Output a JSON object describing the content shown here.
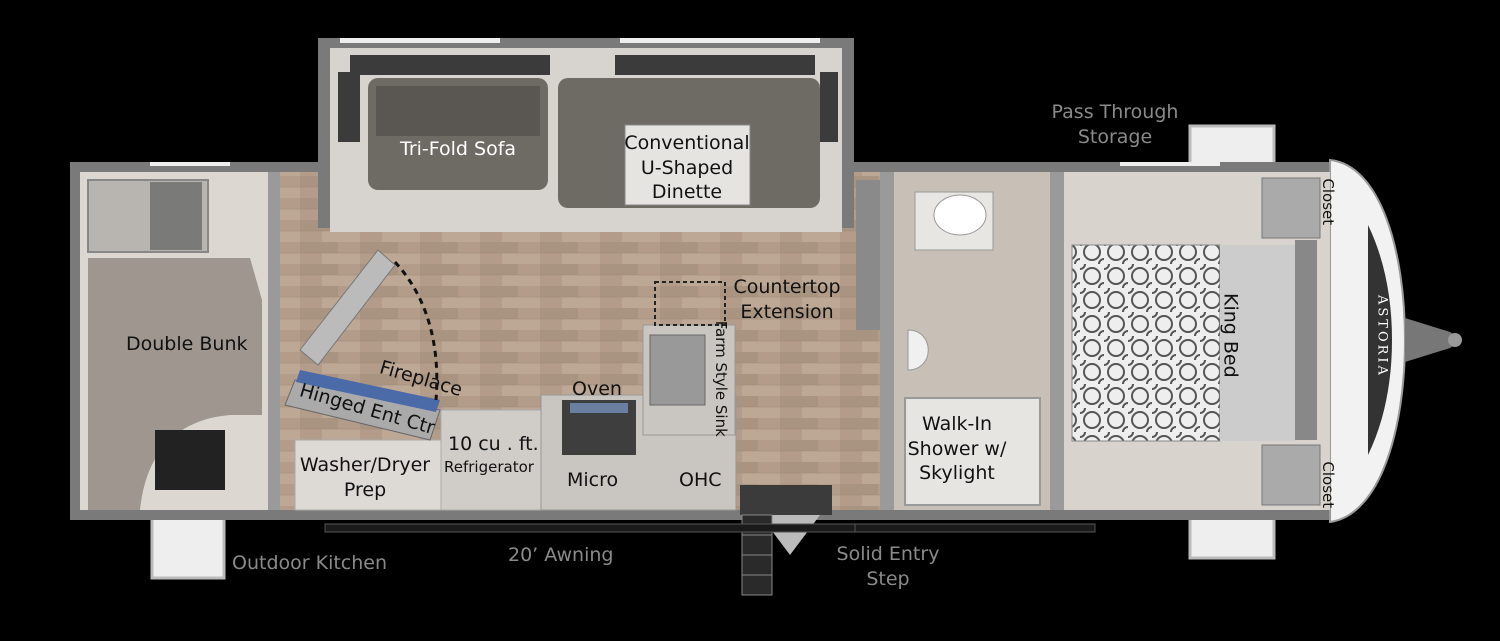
{
  "floorplan": {
    "brand": "ASTORIA",
    "exterior_labels": {
      "pass_through": "Pass Through Storage",
      "outdoor_kitchen": "Outdoor Kitchen",
      "awning": "20’ Awning",
      "entry_step": "Solid Entry Step"
    },
    "room_labels": {
      "sofa": "Tri-Fold Sofa",
      "dinette": "Conventional U-Shaped Dinette",
      "double_bunk": "Double Bunk",
      "fireplace": "Fireplace",
      "hinged_ent_ctr": "Hinged Ent Ctr",
      "washer_dryer": "Washer/Dryer Prep",
      "refrigerator_size": "10 cu . ft.",
      "refrigerator": "Refrigerator",
      "oven": "Oven",
      "micro": "Micro",
      "ohc": "OHC",
      "sink": "Farm Style Sink",
      "countertop": "Countertop Extension",
      "shower": "Walk-In Shower w/ Skylight",
      "king_bed": "King Bed",
      "closet_top": "Closet",
      "closet_bottom": "Closet"
    }
  }
}
